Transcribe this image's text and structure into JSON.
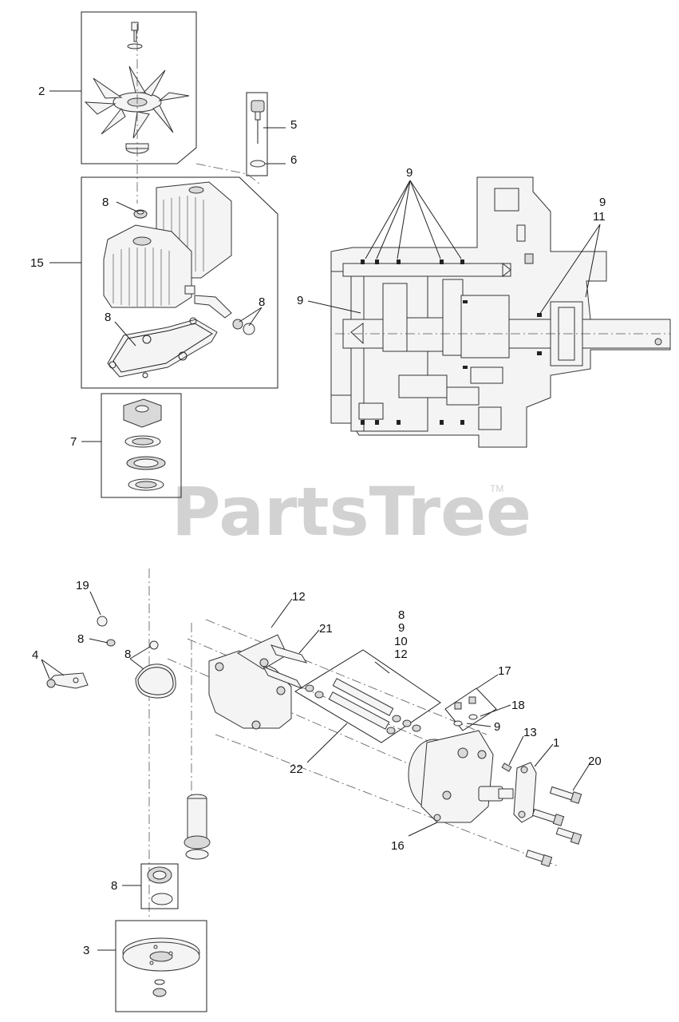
{
  "watermark": {
    "text": "PartsTree",
    "trademark": "TM"
  },
  "callouts": {
    "c2": "2",
    "c5": "5",
    "c6": "6",
    "c8a": "8",
    "c15": "15",
    "c8b": "8",
    "c8c": "8",
    "c7": "7",
    "c9top": "9",
    "c9right": "9",
    "c11": "11",
    "c9left": "9",
    "c19": "19",
    "c12a": "12",
    "c21": "21",
    "c8d": "8",
    "c9d": "9",
    "c10": "10",
    "c12b": "12",
    "c8e": "8",
    "c8f": "8",
    "c4": "4",
    "c17": "17",
    "c18": "18",
    "c9e": "9",
    "c13": "13",
    "c1": "1",
    "c22": "22",
    "c20": "20",
    "c16": "16",
    "c8g": "8",
    "c3": "3"
  }
}
